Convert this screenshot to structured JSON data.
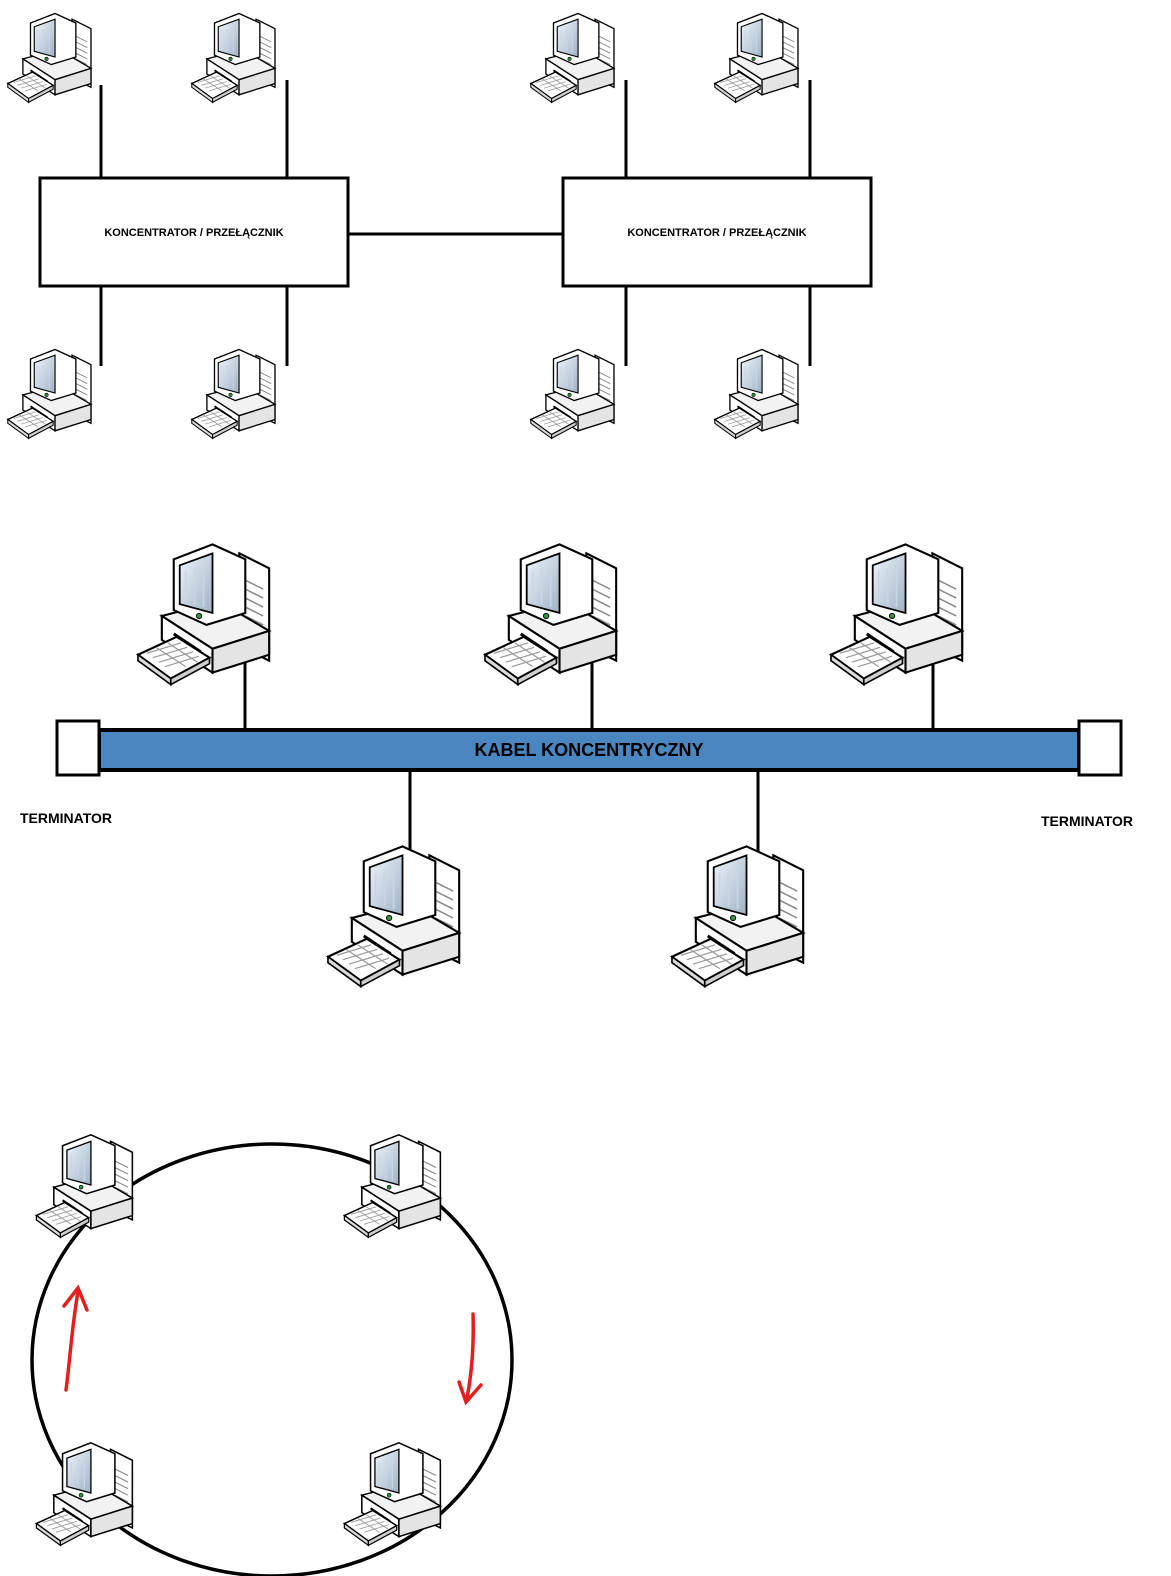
{
  "star": {
    "switch_left_label": "KONCENTRATOR / PRZEŁĄCZNIK",
    "switch_right_label": "KONCENTRATOR / PRZEŁĄCZNIK"
  },
  "bus": {
    "cable_label": "KABEL KONCENTRYCZNY",
    "terminator_left_label": "TERMINATOR",
    "terminator_right_label": "TERMINATOR"
  },
  "colors": {
    "cable_fill": "#4a86c0",
    "arrow": "#e41d1d",
    "line": "#000000"
  },
  "icons": {
    "workstation": "computer-workstation-icon"
  }
}
